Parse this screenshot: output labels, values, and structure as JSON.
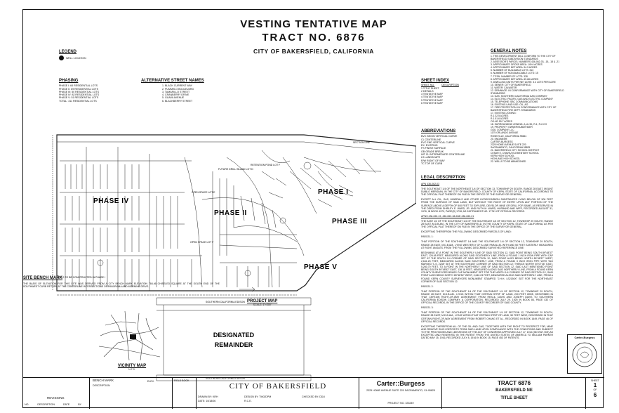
{
  "title": {
    "line1": "VESTING TENTATIVE MAP",
    "line2": "TRACT NO. 6876",
    "line3": "CITY OF BAKERSFIELD, CALIFORNIA"
  },
  "legend": {
    "heading": "LEGEND",
    "item": "WELL LOCATION"
  },
  "phasing": {
    "heading": "PHASING",
    "rows": [
      "PHASE I:   64 RESIDENTIAL LOTS",
      "PHASE II:  69 RESIDENTIAL LOTS",
      "PHASE III: 50 RESIDENTIAL LOTS",
      "PHASE IV:  82 RESIDENTIAL LOTS",
      "PHASE V:   51 RESIDENTIAL LOTS",
      "TOTAL:    311 RESIDENTIAL LOTS"
    ]
  },
  "alt_streets": {
    "heading": "ALTERNATIVE STREET NAMES",
    "items": [
      "1.   BLACK CURRENT WAY",
      "2.   PUMMELO BOULEVARD",
      "3.   TAMARILLO STREET",
      "4.   CRANBERRY DRIVE",
      "5.   GUAVA AVENUE",
      "6.   BLACKBERRY STREET"
    ]
  },
  "sheet_index": {
    "heading": "SHEET INDEX",
    "col1": "SHEET NO.",
    "col2": "DESCRIPTION",
    "rows": [
      "1     TITLE SHEET",
      "2     DETAILS",
      "3     TENTATIVE MAP",
      "4     TENTATIVE MAP",
      "5     TENTATIVE MAP",
      "6     TENTATIVE MAP"
    ]
  },
  "abbreviations": {
    "heading": "ABBREVIATIONS",
    "rows": [
      "BVC   BEGIN VERTICAL CURVE",
      "CL    CENTERLINE",
      "EVC   END VERTICAL CURVE",
      "EX.   EXISTING",
      "FS    FINISH SURFACE",
      "GB    GRADE BREAK",
      "INT CL  INTERMEDIATE CENTERLINE",
      "LS    LANDSCAPE",
      "R/W   RIGHT OF WAY",
      "TC    TOP OF CURB"
    ]
  },
  "general_notes": {
    "heading": "GENERAL NOTES",
    "items": [
      "1.  THIS DEVELOPMENT WILL CONFORM TO THE CITY OF",
      "     BAKERSFIELD SUBDIVISION STANDARDS",
      "2.  ASSESSOR'S PARCEL NUMBERS 436-062-03, -15, -18 & -21",
      "3.  APPROXIMATE GROSS AREA: 149.6 ACRES",
      "4.  APPROXIMATE NET AREA: 94.9 ACRES",
      "5.  NUMBER OF BUILDABLE LOTS: 313",
      "6.  NUMBER OF NON-BUILDABLE LOTS: 15",
      "7.  TOTAL NUMBER OF LOTS: 328",
      "8.  APPROXIMATE NET AREA: 69.68 ACRES",
      "9.  DWELLING UNITS PER NET ACRE: 3.4 LOTS PER ACRE",
      "10. SEWER:   CITY OF BAKERSFIELD",
      "11. WATER:   CALWATER",
      "12. DRAINAGE:  IN CONFORMANCE WITH CITY OF BAKERSFIELD",
      "     STANDARDS",
      "13. GAS:  SOUTHERN CALIFORNIA GAS COMPANY",
      "14. ELECTRIC:  PACIFIC GAS AND ELECTRIC COMPANY",
      "15. TELEPHONE:  SBC COMMUNICATIONS",
      "16. EXISTING LAND USE:  OIL, AG",
      "17. FIRE PROTECTION:  IN CONFORMANCE WITH CITY OF",
      "     BAKERSFIELD FIRE DEPT. STANDARDS",
      "17. EXISTING ZONING:",
      "        R-1     32.5 ACRES",
      "        R-1     51.6 ACRES",
      "        OS-HD   59.7 ACRES",
      "18. SURROUNDING ZONING: A, A-HD, R-1, R-2-CH",
      "19. PROPERTY OWNER/SUBDIVIDER",
      "        GOLI COMPANY, LLC",
      "        1175 ORLANDO AVENUE",
      "        ROSEVILLE, CALIFORNIA 95661",
      "20. ENGINEER:",
      "        CARTER-BURGESS",
      "        2325 HOME AVENUE SUITE 220",
      "        SACRAMENTO, CALIFORNIA 95825",
      "21. BAKERSFIELD CITY SCHOOL DISTRICT",
      "        CESAR E. CHAVEZ ELEMENTARY SCHOOL",
      "        KERN HIGH SCHOOL",
      "        HIGHLAND HIGH SCHOOL",
      "22. WELLS TO BE ABANDONED"
    ]
  },
  "legal": {
    "heading": "LEGAL DESCRIPTION",
    "apn1": "APN 436-062-03",
    "p1": "THE SOUTHEAST 1/4 OF THE NORTHEAST 1/4 OF SECTION 13, TOWNSHIP 29 SOUTH, RANGE 28 EAST, MOUNT DIABLO MERIDIAN, IN THE CITY OF BAKERSFIELD, COUNTY OF KERN, STATE OF CALIFORNIA, ACCORDING TO THE OFFICIAL PLAT THEREOF ON FILE IN THE OFFICE OF THE SURVEYOR GENERAL.",
    "p2": "EXCEPT ALL OIL, GAS, MINERALS AND OTHER HYDROCARBON SUBSTANCES LYING BELOW OF 500 FEET FROM THE SURFACE OF SAID LAND, BUT WITHOUT THE RIGHT OF ENTRY UPON ANY PORTION OF THE SURFACE ABOVE A DEPTH OF 500 FEET TO EXPLORE, DEVELOP, MINE OR DRILL FOR SAME, AS RESERVED IN THE DEED FROM SHIRLEY E. WARD, JR. AND RUTH M. WARD, HUSBAND AND WIFE, RECORDED AUGUST 31, 1976, IN BOOK 4970, PAGE(S) 1718, AS INSTRUMENT NO. 17761 OF OFFICIAL RECORDS.",
    "apn2": "APNS 436-062-15, 436-062-18 AND 436-062-21",
    "p3": "THE EAST 1/2 OF THE SOUTHEAST 1/4 OF THE SOUTHEAST 1/4 OF SECTION 12, TOWNSHIP 29 SOUTH, RANGE 28 EAST, M.D.B.&M., IN THE CITY OF BAKERSFIELD, IN THE COUNTY OF KERN, STATE OF CALIFORNIA, AS PER THE OFFICIAL PLAT THEREOF ON FILE IN THE OFFICE OF THE SURVEYOR GENERAL.",
    "p4": "EXCEPTING THEREFROM THE FOLLOWING DESCRIBED PARCELS OF LAND:",
    "parcel1": "PARCEL 1:",
    "p5": "THAT PORTION OF THE SOUTHWEST 1/4 AND THE SOUTHEAST 1/4 OF SECTION 12, TOWNSHIP 29 SOUTH, RANGE 28 EAST, M.D.B.&M., LYING WESTERLY OF A LINE PARALLEL WITH AND 50 FEET EASTERLY MEASURED AT RIGHT ANGLES, FROM THE FOLLOWING DESCRIBED SURVEYED REFERENCE LINE:",
    "p6": "BEGINNING AT A POINT IN THE SOUTHERLY LINE OF SAID SECTION 12, SAID POINT BEING SOUTH 89°48'37\" EAST, 126.65 FEET, MEASURED ALONG SAID SOUTHERLY LINE, FROM A FOUND 1 INCH IRON PIPE WITH CAP SET AT THE SOUTH 1/4 CORNER OF SAID SECTION 12; SAID POINT ALSO BEING NORTH 89°48'37\" WEST, 2,641.23 FEET, MEASURED ALONG SAID SOUTHERLY LINE, FROM A FOUND 3 INCH IRON PIPE WITH TAG MARKED \"L.S. 2238\" SET AT THE SOUTHEAST CORNER OF SAID SECTION 12; THENCE NORTH 00°07'46\" EAST, 5,260.70 FEET, TO A POINT IN THE NORTHERLY LINE OF SAID SECTION 12, SAID LAST MENTIONED POINT BEING SOUTH 89°48'52\" EAST, 136.18 FEET, MEASURED ALONG SAID NORTHERLY LINE, FROM A FOUND KERN COUNTY SURVEYORS BRASS CAP MONUMENT SET FOR THE NORTH 1/4 CORNER OF SAID SECTION 12, SAID POINT ALSO BEING NORTH 89°48'52\" WEST, 2,640.23 FEET, MEASURED ALONG SAID NORTHERLY LINE, FROM A FOUND KERN COUNTY SURVEYORS MONUMENT STAMPED \"J.H.H. LS2150X\" SET FOR THE NORTHEAST CORNER OF SAID SECTION 12.",
    "parcel2": "PARCEL 2:",
    "p7": "THAT PORTION OF THE SOUTHEAST 1/4 OF THE SOUTHEAST 1/4 OF SECTION 12, TOWNSHIP 29 SOUTH, RANGE 28 EAST, M.D.B.&M., LYING WITHIN THAT CERTAIN STRIP OF LAND, 200 FEET WIDE, DESCRIBED IN THAT CERTAIN RIGHT-OF-WAY AGREEMENT FROM RESLIL DAVIS AND JOSEPH DAVIS TO SOUTHERN CALIFORNIA EDISON COMPANY, A CORPORATION, RECORDED JULY 29, 1925 IN BOOK 84, PAGE 432 OF OFFICIAL RECORDS, IN THE OFFICE OF THE COUNTY RECORDER OF SAID COUNTY.",
    "parcel3": "PARCEL 3:",
    "p8": "THAT PORTION OF THE SOUTHEAST 1/4 OF THE SOUTHEAST 1/4 OF SECTION 12, TOWNSHIP 29 SOUTH, RANGE 28 EAST, M.D.B.&M., LYING WITHIN THAT CERTAIN STRIP OF LAND, 50 FEET WIDE, DESCRIBED IN THAT CERTAIN RIGHT-OF-WAY AGREEMENT FROM ROBERT CHANG ET AL., RECORDED IN BOOK 1649, PAGE 46 OF OFFICIAL RECORDS.",
    "p9": "EXCEPTING THEREFROM ALL OF THE OIL AND GAS, TOGETHER WITH THE RIGHT TO PROSPECT FOR, MINE AND REMOVE SUCH DEPOSITS FROM SAID LAND UPON COMPLIANCE WITH THE CONDITIONS AND SUBJECT TO THE PROVISIONS AND LIMITATIONS OF THE ACT OF CONGRESS APPROVED JULY 17, 1914 (38 STAT. 509) AS EXCEPTED AND RESERVED IN THE PATENT FROM THE UNITED STATES OF AMERICA TO WILLIAM PARKER DATED MAY 15, 1916, RECORDED JULY 8, 1916 IN BOOK 15, PAGE 453 OF PATENTS."
  },
  "site_bench": {
    "heading": "SITE BENCH MARK",
    "text": "THE BASIS OF ELEVATION FOR THIS SITE WAS DERIVED FROM A CITY BENCH MARK ELEVATION 784.46 CHISELED SQUARE AT THE SOUTH END OF THE SOUTHWEST CURB RETURN AT THE CENTERLINE INTERSECTIONS OF PANORAMA AND MORNING DRIVE."
  },
  "project_map": {
    "heading": "PROJECT MAP",
    "scale": "SCALE: 1\"=200'"
  },
  "vicinity": {
    "heading": "VICINITY MAP",
    "scale": "N.T.S."
  },
  "map": {
    "phases": [
      "PHASE IV",
      "PHASE II",
      "PHASE I",
      "PHASE III",
      "PHASE V"
    ],
    "remainder": [
      "DESIGNATED",
      "REMAINDER"
    ],
    "note": "LOT G TO BE CONSTRUCTED IN PHASE I",
    "labels": [
      "OPEN SPACE LOT F",
      "OPEN SPACE LOT E",
      "FUTURE DRILL ISLAND LOT D",
      "RETENTION POND LOT F",
      "SOUTHERN CALIFORNIA EDISON",
      "SOUTHERN CALIFORNIA EDISON"
    ],
    "section_line": "SECTION LINE"
  },
  "title_block": {
    "bench_mark": "BENCH MARK",
    "description": "DESCRIPTION",
    "elev": "ELEV.",
    "revisions": "REVISIONS",
    "no": "NO.",
    "rev_desc": "DESCRIPTION",
    "date": "DATE",
    "by": "BY",
    "field_book": "FIELD BOOK",
    "city": "CITY OF BAKERSFIELD",
    "drawn": "DRAWN BY: KRH",
    "design": "DESIGN BY: TMG/DPM",
    "checked": "CHECKED BY: DDU",
    "date_val": "DATE: 10/18/06",
    "rce": "R.C.E.",
    "firm": "Carter::Burgess",
    "firm_addr": "2325 HOME AVENUE SUITE 220 SACRAMENTO, CA 95825",
    "project_no": "PROJECT NO. 333349",
    "tract": "TRACT 6876",
    "tract_sub": "BAKERSFIELD NE",
    "tract_sub2": "TITLE SHEET",
    "sheet_label": "SHEET",
    "sheet_num": "1",
    "of": "OF",
    "total": "6",
    "stamp": "Carter-Burgess"
  }
}
